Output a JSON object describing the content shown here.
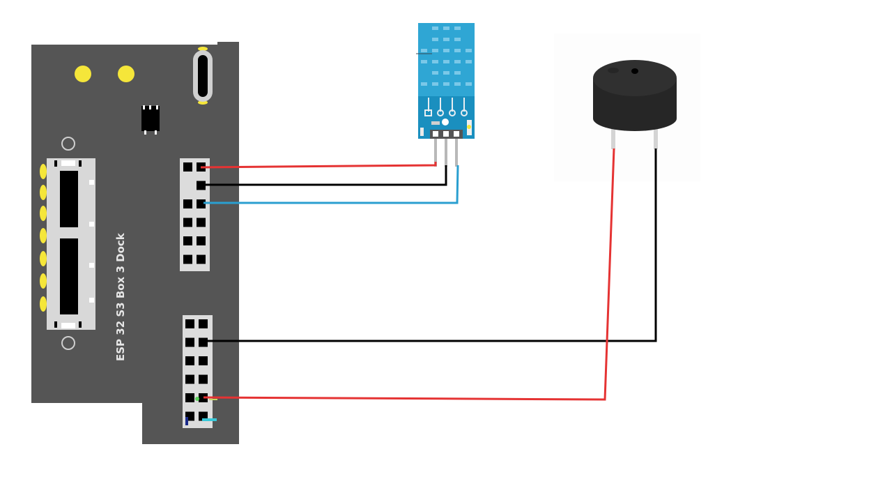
{
  "diagram": {
    "title": "ESP32-S3-BOX-3 Dock wiring with DHT11 sensor and buzzer",
    "board": {
      "label": "ESP 32 S3 Box 3 Dock",
      "color": "#555555",
      "header_color": "#dcdcdc",
      "pin_color": "#000000",
      "led_color": "#f5e63a"
    },
    "components": [
      {
        "id": "dht11",
        "name": "DHT11 temperature & humidity sensor module",
        "color": "#2fa6d4",
        "pins": 3
      },
      {
        "id": "buzzer",
        "name": "Piezo buzzer",
        "color": "#1e1e1e",
        "pins": 2
      }
    ],
    "wires": [
      {
        "id": "dht-vcc",
        "color": "#e53333",
        "from": "upper-header pin 2",
        "to": "dht11 pin 1"
      },
      {
        "id": "dht-gnd",
        "color": "#000000",
        "from": "upper-header pin 4",
        "to": "dht11 pin 2"
      },
      {
        "id": "dht-data",
        "color": "#2a9fd0",
        "from": "upper-header pin 6",
        "to": "dht11 pin 3"
      },
      {
        "id": "buzzer-gnd",
        "color": "#000000",
        "from": "lower-header pin 4",
        "to": "buzzer pin 2"
      },
      {
        "id": "buzzer-signal",
        "color": "#e53333",
        "from": "lower-header pin 10",
        "to": "buzzer pin 1"
      }
    ]
  }
}
